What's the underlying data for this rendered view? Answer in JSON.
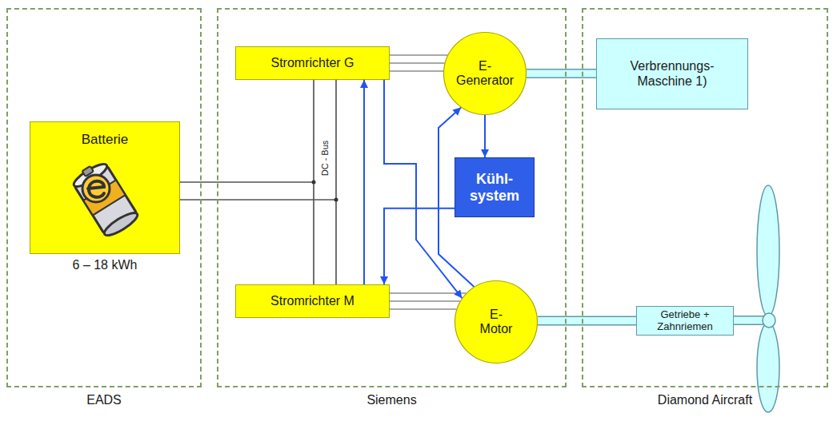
{
  "diagram": {
    "nodes": [
      {
        "text": [
          "EADS"
        ]
      },
      {
        "text": [
          "Batterie",
          "6 – 18 kWh"
        ],
        "in": 0
      },
      {
        "text": [
          "Siemens"
        ]
      },
      {
        "text": [
          "Stromrichter G"
        ],
        "in": 2
      },
      {
        "text": [
          "E- Generator"
        ],
        "in": 2
      },
      {
        "text": [
          "Kühl- system"
        ],
        "in": 2
      },
      {
        "text": [
          "Stromrichter M"
        ],
        "in": 2
      },
      {
        "text": [
          "E- Motor"
        ],
        "in": 2
      },
      {
        "text": [
          "Diamond Aircraft"
        ]
      },
      {
        "text": [
          "Verbrennungs- Maschine 1)"
        ],
        "in": 8
      },
      {
        "text": [
          "Getriebe + Zahnriemen"
        ],
        "in": 8
      }
    ],
    "edges": [
      {
        "from": 1,
        "to": 3,
        "arrow": "none"
      },
      {
        "from": 1,
        "to": 6,
        "arrow": "none"
      },
      {
        "from": 3,
        "to": 6,
        "label": "DC - Bus",
        "arrow": "none"
      },
      {
        "from": 3,
        "to": 4,
        "arrow": "none"
      },
      {
        "from": 4,
        "to": 9,
        "arrow": "none"
      },
      {
        "from": 6,
        "to": 7,
        "arrow": "none"
      },
      {
        "from": 7,
        "to": 10,
        "arrow": "none"
      },
      {
        "from": 4,
        "to": 5,
        "arrow": "to"
      },
      {
        "from": 5,
        "to": 6,
        "arrow": "to"
      },
      {
        "from": 6,
        "to": 3,
        "arrow": "to"
      },
      {
        "from": 3,
        "to": 7,
        "arrow": "to"
      },
      {
        "from": 7,
        "to": 4,
        "arrow": "to"
      }
    ]
  }
}
